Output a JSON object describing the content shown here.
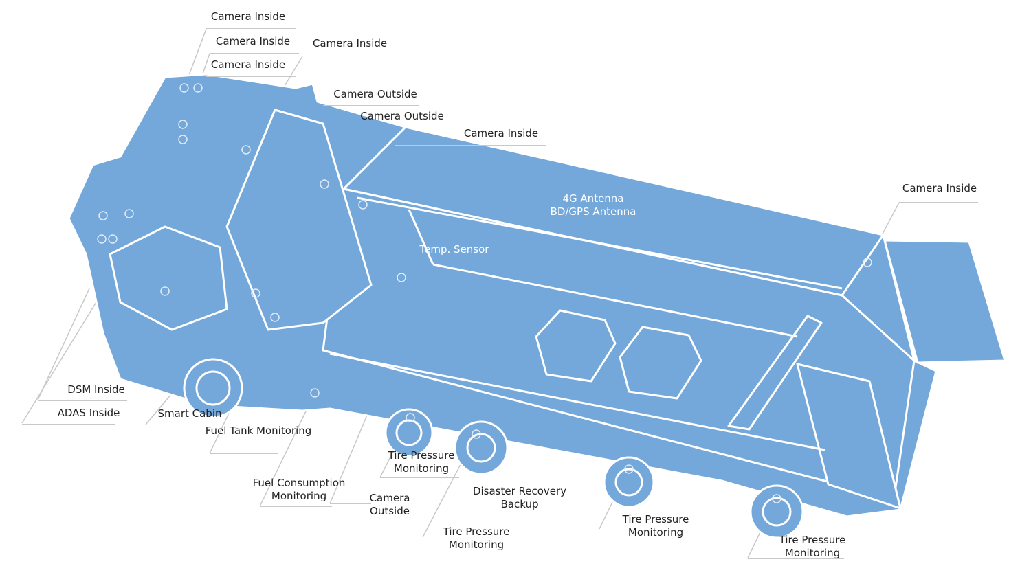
{
  "colors": {
    "truck": "#74a8da",
    "outline": "#ffffff",
    "leader": "#c8c8c8",
    "text": "#222222"
  },
  "labels": {
    "cam_inside_1": "Camera Inside",
    "cam_inside_2": "Camera Inside",
    "cam_inside_3": "Camera Inside",
    "cam_inside_4": "Camera Inside",
    "cam_outside_1": "Camera Outside",
    "cam_outside_2": "Camera Outside",
    "cam_inside_5": "Camera Inside",
    "cam_inside_6": "Camera Inside",
    "antenna_4g": "4G Antenna",
    "antenna_gps": "BD/GPS Antenna",
    "temp_sensor": "Temp. Sensor",
    "dsm": "DSM Inside",
    "adas": "ADAS Inside",
    "smart_cabin": "Smart Cabin",
    "fuel_tank": "Fuel Tank Monitoring",
    "fuel_consumption": [
      "Fuel Consumption",
      "Monitoring"
    ],
    "camera_outside_low": [
      "Camera",
      "Outside"
    ],
    "tire_1": [
      "Tire Pressure",
      "Monitoring"
    ],
    "disaster": [
      "Disaster Recovery",
      "Backup"
    ],
    "tire_2": [
      "Tire Pressure",
      "Monitoring"
    ],
    "tire_3": [
      "Tire Pressure",
      "Monitoring"
    ],
    "tire_4": [
      "Tire Pressure",
      "Monitoring"
    ]
  }
}
